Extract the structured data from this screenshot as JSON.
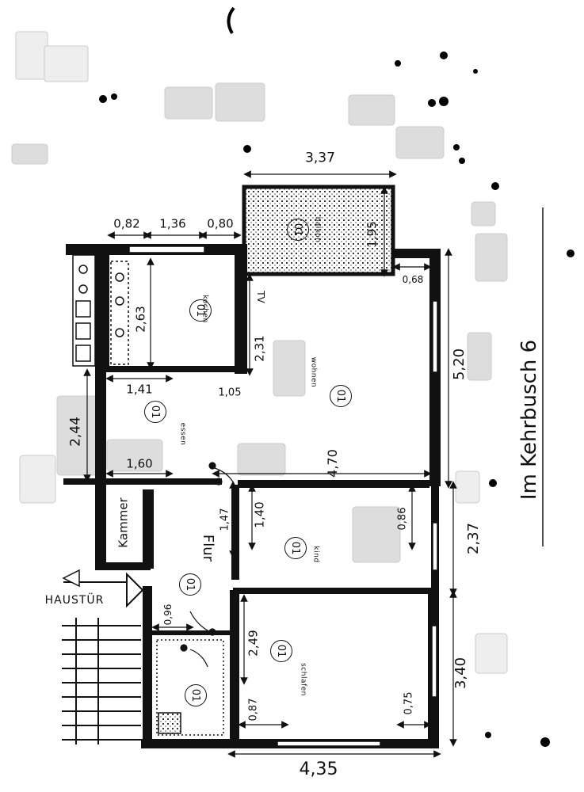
{
  "address": "Im Kehrbusch 6",
  "entrance": "HAUSTÜR",
  "rooms": {
    "balkon": {
      "name": "balkon",
      "code": "01"
    },
    "kochen": {
      "name": "kochen",
      "code": "01"
    },
    "essen": {
      "name": "essen",
      "code": "01"
    },
    "wohnen": {
      "name": "wohnen",
      "code": "01"
    },
    "kammer": {
      "name": "Kammer"
    },
    "flur": {
      "name": "Flur",
      "code": "01"
    },
    "kind": {
      "name": "kind",
      "code": "01"
    },
    "schlafen": {
      "name": "schlafen",
      "code": "01"
    },
    "bad": {
      "code": "01"
    }
  },
  "tv": "TV",
  "dimensions": {
    "top_3_37": "3,37",
    "d_0_82": "0,82",
    "d_1_36": "1,36",
    "d_0_80": "0,80",
    "balkon_1_95": "1,95",
    "d_0_68": "0,68",
    "kochen_2_63": "2,63",
    "wall_2_31": "2,31",
    "right_5_20": "5,20",
    "essen_1_41": "1,41",
    "d_1_05": "1,05",
    "left_2_44": "2,44",
    "d_1_60": "1,60",
    "wohnen_4_70": "4,70",
    "flur_1_47": "1,47",
    "kind_1_40": "1,40",
    "kind_0_86": "0,86",
    "right_2_37": "2,37",
    "d_0_96": "0,96",
    "schlafen_2_49": "2,49",
    "right_3_40": "3,40",
    "d_0_87": "0,87",
    "d_0_75": "0,75",
    "bottom_4_35": "4,35"
  }
}
